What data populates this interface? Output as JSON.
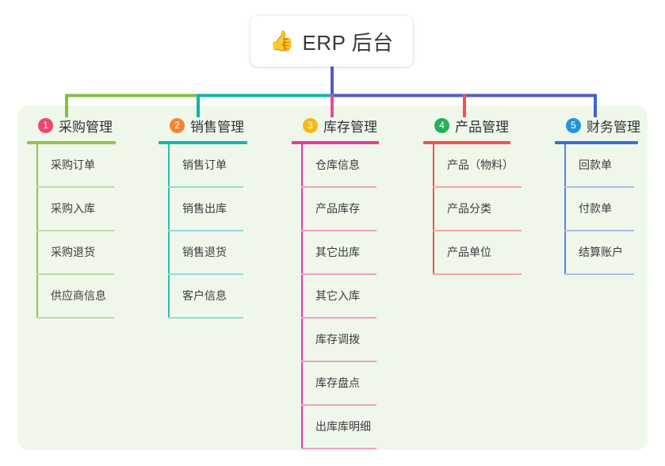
{
  "diagram": {
    "title": "ERP 后台",
    "root": {
      "icon": "thumbs-up-icon",
      "emoji": "👍",
      "label": "ERP 后台"
    },
    "panel_color": "#eef7e9",
    "branches": [
      {
        "index": "1",
        "badge_number": "1",
        "label": "采购管理",
        "badge_color": "#f0476d",
        "rule_color": "#8cc751",
        "spine_color": "#8cc751",
        "leaf_rule_color": "#bcdda0",
        "connector_color": "#7fc242",
        "children": [
          {
            "label": "采购订单"
          },
          {
            "label": "采购入库"
          },
          {
            "label": "采购退货"
          },
          {
            "label": "供应商信息"
          }
        ]
      },
      {
        "index": "2",
        "badge_number": "2",
        "label": "销售管理",
        "badge_color": "#f58432",
        "rule_color": "#11b5ae",
        "spine_color": "#2cbcb5",
        "leaf_rule_color": "#93d9d6",
        "connector_color": "#08b7ad",
        "children": [
          {
            "label": "销售订单"
          },
          {
            "label": "销售出库"
          },
          {
            "label": "销售退货"
          },
          {
            "label": "客户信息"
          }
        ]
      },
      {
        "index": "3",
        "badge_number": "3",
        "label": "库存管理",
        "badge_color": "#f5b814",
        "rule_color": "#e8399f",
        "spine_color": "#e8399f",
        "leaf_rule_color": "#f0a0cb",
        "connector_color": "#ec4899",
        "children": [
          {
            "label": "仓库信息"
          },
          {
            "label": "产品库存"
          },
          {
            "label": "其它出库"
          },
          {
            "label": "其它入库"
          },
          {
            "label": "库存调拨"
          },
          {
            "label": "库存盘点"
          },
          {
            "label": "出库库明细"
          }
        ]
      },
      {
        "index": "4",
        "badge_number": "4",
        "label": "产品管理",
        "badge_color": "#21b15c",
        "rule_color": "#f4514f",
        "spine_color": "#f4514f",
        "leaf_rule_color": "#f8a5a0",
        "connector_color": "#f4514f",
        "children": [
          {
            "label": "产品（物料）"
          },
          {
            "label": "产品分类"
          },
          {
            "label": "产品单位"
          }
        ]
      },
      {
        "index": "5",
        "badge_number": "5",
        "label": "财务管理",
        "badge_color": "#2196d9",
        "rule_color": "#3a6fd8",
        "spine_color": "#5b84dd",
        "leaf_rule_color": "#a9bfea",
        "connector_color": "#3f63cf",
        "children": [
          {
            "label": "回款单"
          },
          {
            "label": "付款单"
          },
          {
            "label": "结算账户"
          }
        ]
      }
    ],
    "trunk": {
      "color": "#4c5fc4",
      "bar_segments": [
        {
          "color": "#7fc242",
          "from": 83,
          "to": 249
        },
        {
          "color": "#08b7ad",
          "from": 249,
          "to": 420
        },
        {
          "color": "#4c5fc4",
          "from": 420,
          "to": 752
        }
      ]
    }
  }
}
